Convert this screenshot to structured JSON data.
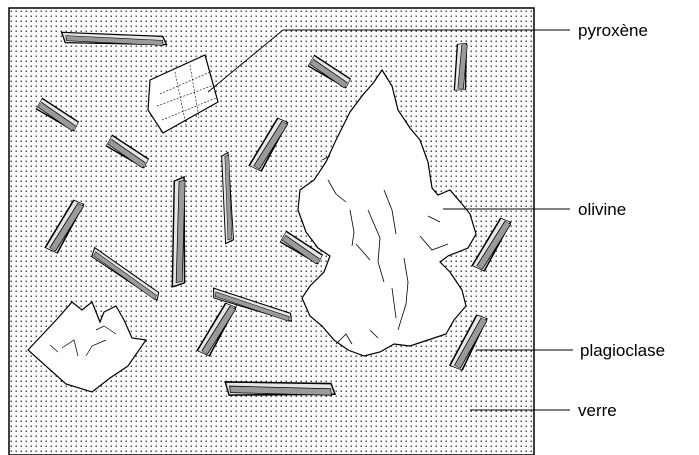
{
  "diagram": {
    "labels": {
      "pyroxene": "pyroxène",
      "olivine": "olivine",
      "plagioclase": "plagioclase",
      "verre": "verre"
    },
    "colors": {
      "background": "#ffffff",
      "outline": "#000000",
      "matrix_dots": "#000000",
      "crystal_fill": "#a8a8a8",
      "crystal_light": "#ececec"
    }
  }
}
